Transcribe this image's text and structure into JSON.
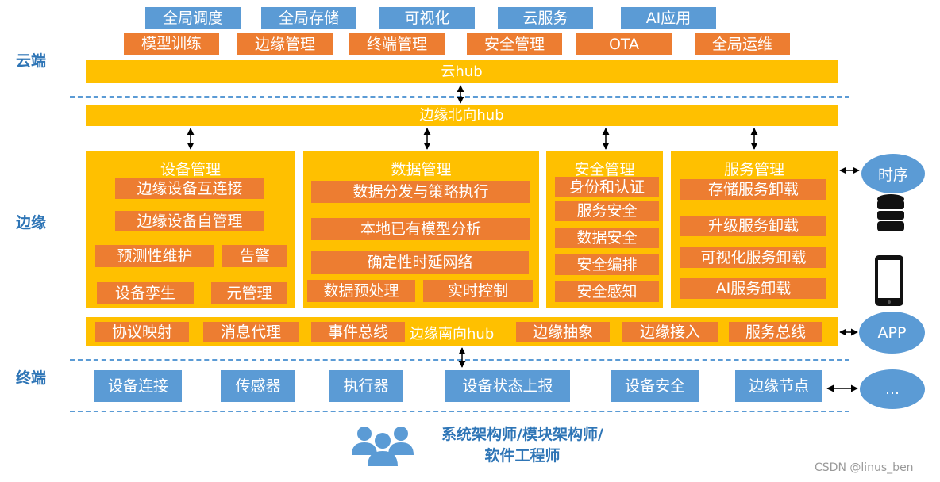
{
  "layers": {
    "cloud": "云端",
    "edge": "边缘",
    "terminal": "终端"
  },
  "cloud": {
    "row1": [
      "全局调度",
      "全局存储",
      "可视化",
      "云服务",
      "AI应用"
    ],
    "row2": [
      "模型训练",
      "边缘管理",
      "终端管理",
      "安全管理",
      "OTA",
      "全局运维"
    ],
    "hub": "云hub"
  },
  "edge": {
    "north_hub": "边缘北向hub",
    "device_mgmt": {
      "title": "设备管理",
      "items": [
        "边缘设备互连接",
        "边缘设备自管理",
        "预测性维护",
        "告警",
        "设备孪生",
        "元管理"
      ]
    },
    "data_mgmt": {
      "title": "数据管理",
      "items": [
        "数据分发与策略执行",
        "本地已有模型分析",
        "确定性时延网络",
        "数据预处理",
        "实时控制"
      ]
    },
    "security_mgmt": {
      "title": "安全管理",
      "items": [
        "身份和认证",
        "服务安全",
        "数据安全",
        "安全编排",
        "安全感知"
      ]
    },
    "service_mgmt": {
      "title": "服务管理",
      "items": [
        "存储服务卸载",
        "升级服务卸载",
        "可视化服务卸载",
        "AI服务卸载"
      ]
    },
    "south_hub": {
      "label": "边缘南向hub",
      "items": [
        "协议映射",
        "消息代理",
        "事件总线",
        "边缘抽象",
        "边缘接入",
        "服务总线"
      ]
    }
  },
  "side": {
    "timeseries": "时序",
    "app": "APP",
    "more": "...",
    "icons": [
      "database-icon",
      "mobile-phone-icon"
    ]
  },
  "terminal": {
    "items": [
      "设备连接",
      "传感器",
      "执行器",
      "设备状态上报",
      "设备安全",
      "边缘节点"
    ]
  },
  "footer": {
    "roles_line1": "系统架构师/模块架构师/",
    "roles_line2": "软件工程师",
    "icon": "users-group-icon"
  },
  "watermark": "CSDN @linus_ben",
  "colors": {
    "blue": "#5b9bd5",
    "orange": "#ed7d31",
    "yellow": "#ffc000",
    "label_blue": "#2e75b6"
  }
}
